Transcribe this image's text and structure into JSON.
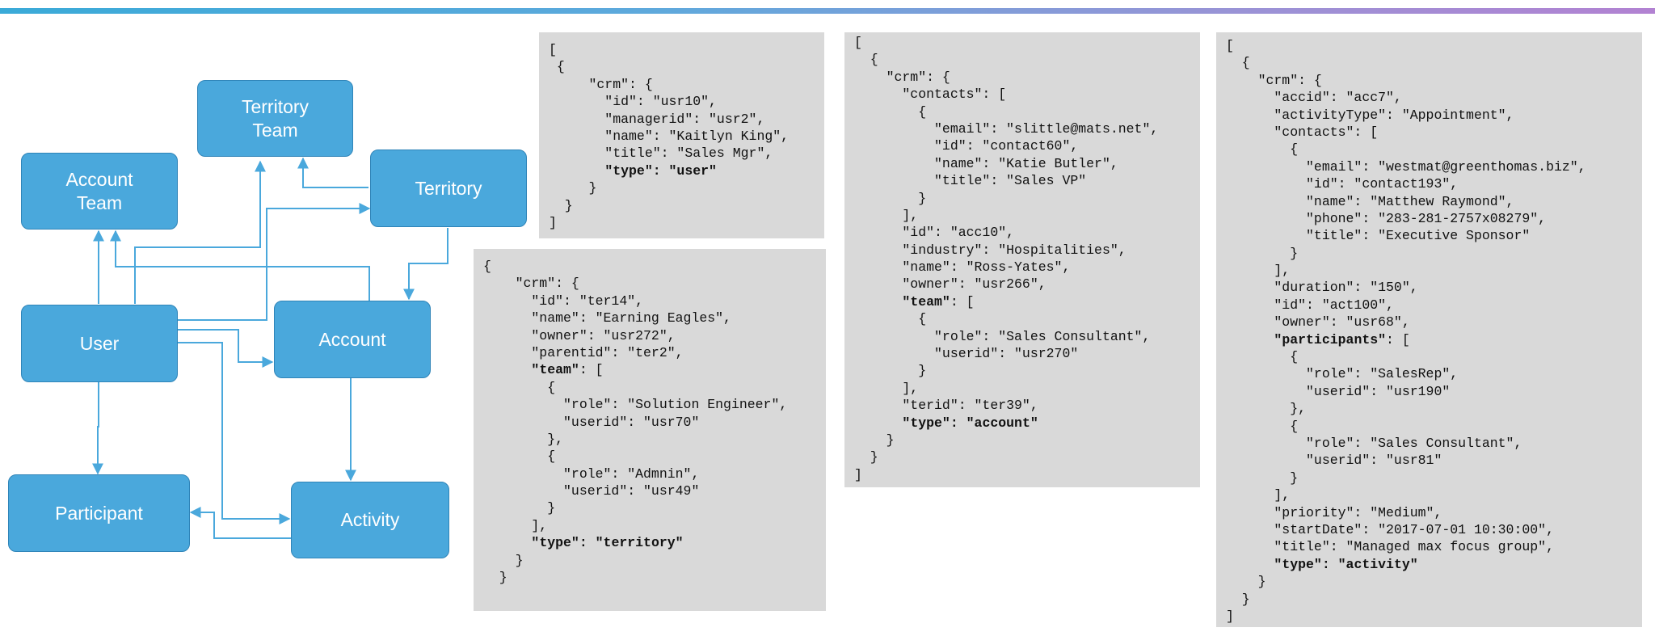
{
  "colors": {
    "node_fill": "#4aa8dc",
    "node_border": "#2f84b8",
    "edge": "#4aa8dc",
    "panel": "#d9d9d9"
  },
  "diagram": {
    "nodes": [
      {
        "id": "territory-team",
        "lines": [
          "Territory",
          "Team"
        ]
      },
      {
        "id": "account-team",
        "lines": [
          "Account",
          "Team"
        ]
      },
      {
        "id": "territory",
        "lines": [
          "Territory"
        ]
      },
      {
        "id": "user",
        "lines": [
          "User"
        ]
      },
      {
        "id": "account",
        "lines": [
          "Account"
        ]
      },
      {
        "id": "participant",
        "lines": [
          "Participant"
        ]
      },
      {
        "id": "activity",
        "lines": [
          "Activity"
        ]
      }
    ]
  },
  "panels": {
    "user": {
      "lines": [
        [
          "["
        ],
        [
          " {"
        ],
        [
          "     \"crm\": {"
        ],
        [
          "       \"id\": \"usr10\","
        ],
        [
          "       \"managerid\": \"usr2\","
        ],
        [
          "       \"name\": \"Kaitlyn King\","
        ],
        [
          "       \"title\": \"Sales Mgr\","
        ],
        [
          "       ",
          "\"type\": \"user\""
        ],
        [
          "     }"
        ],
        [
          "  }"
        ],
        [
          "]"
        ]
      ]
    },
    "territory": {
      "lines": [
        [
          "{"
        ],
        [
          "    \"crm\": {"
        ],
        [
          "      \"id\": \"ter14\","
        ],
        [
          "      \"name\": \"Earning Eagles\","
        ],
        [
          "      \"owner\": \"usr272\","
        ],
        [
          "      \"parentid\": \"ter2\","
        ],
        [
          "      ",
          "\"team\"",
          ": ["
        ],
        [
          "        {"
        ],
        [
          "          \"role\": \"Solution Engineer\","
        ],
        [
          "          \"userid\": \"usr70\""
        ],
        [
          "        },"
        ],
        [
          "        {"
        ],
        [
          "          \"role\": \"Admnin\","
        ],
        [
          "          \"userid\": \"usr49\""
        ],
        [
          "        }"
        ],
        [
          "      ],"
        ],
        [
          "      ",
          "\"type\": \"territory\""
        ],
        [
          "    }"
        ],
        [
          "  }"
        ]
      ]
    },
    "account": {
      "lines": [
        [
          "["
        ],
        [
          "  {"
        ],
        [
          "    \"crm\": {"
        ],
        [
          "      \"contacts\": ["
        ],
        [
          "        {"
        ],
        [
          "          \"email\": \"slittle@mats.net\","
        ],
        [
          "          \"id\": \"contact60\","
        ],
        [
          "          \"name\": \"Katie Butler\","
        ],
        [
          "          \"title\": \"Sales VP\""
        ],
        [
          "        }"
        ],
        [
          "      ],"
        ],
        [
          "      \"id\": \"acc10\","
        ],
        [
          "      \"industry\": \"Hospitalities\","
        ],
        [
          "      \"name\": \"Ross-Yates\","
        ],
        [
          "      \"owner\": \"usr266\","
        ],
        [
          "      ",
          "\"team\"",
          ": ["
        ],
        [
          "        {"
        ],
        [
          "          \"role\": \"Sales Consultant\","
        ],
        [
          "          \"userid\": \"usr270\""
        ],
        [
          "        }"
        ],
        [
          "      ],"
        ],
        [
          "      \"terid\": \"ter39\","
        ],
        [
          "      ",
          "\"type\": \"account\""
        ],
        [
          "    }"
        ],
        [
          "  }"
        ],
        [
          "]"
        ]
      ]
    },
    "activity": {
      "lines": [
        [
          "["
        ],
        [
          "  {"
        ],
        [
          "    \"crm\": {"
        ],
        [
          "      \"accid\": \"acc7\","
        ],
        [
          "      \"activityType\": \"Appointment\","
        ],
        [
          "      \"contacts\": ["
        ],
        [
          "        {"
        ],
        [
          "          \"email\": \"westmat@greenthomas.biz\","
        ],
        [
          "          \"id\": \"contact193\","
        ],
        [
          "          \"name\": \"Matthew Raymond\","
        ],
        [
          "          \"phone\": \"283-281-2757x08279\","
        ],
        [
          "          \"title\": \"Executive Sponsor\""
        ],
        [
          "        }"
        ],
        [
          "      ],"
        ],
        [
          "      \"duration\": \"150\","
        ],
        [
          "      \"id\": \"act100\","
        ],
        [
          "      \"owner\": \"usr68\","
        ],
        [
          "      ",
          "\"participants\"",
          ": ["
        ],
        [
          "        {"
        ],
        [
          "          \"role\": \"SalesRep\","
        ],
        [
          "          \"userid\": \"usr190\""
        ],
        [
          "        },"
        ],
        [
          "        {"
        ],
        [
          "          \"role\": \"Sales Consultant\","
        ],
        [
          "          \"userid\": \"usr81\""
        ],
        [
          "        }"
        ],
        [
          "      ],"
        ],
        [
          "      \"priority\": \"Medium\","
        ],
        [
          "      \"startDate\": \"2017-07-01 10:30:00\","
        ],
        [
          "      \"title\": \"Managed max focus group\","
        ],
        [
          "      ",
          "\"type\": \"activity\""
        ],
        [
          "    }"
        ],
        [
          "  }"
        ],
        [
          "]"
        ]
      ]
    }
  }
}
